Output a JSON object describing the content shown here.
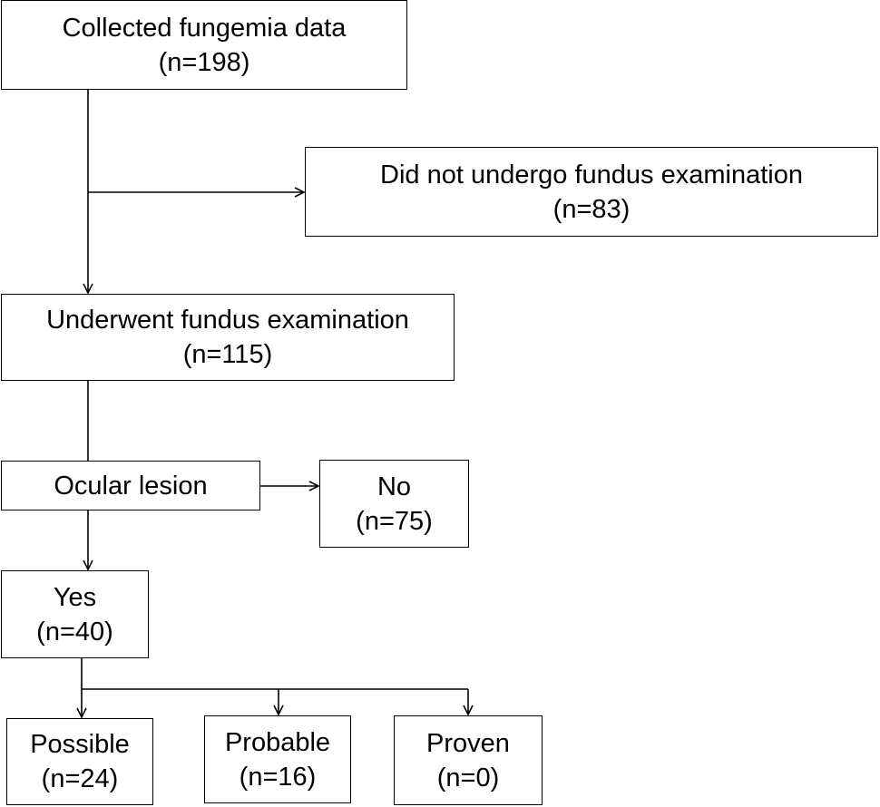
{
  "nodes": {
    "collected": {
      "label": "Collected fungemia data",
      "count": "(n=198)"
    },
    "no_exam": {
      "label": "Did not undergo fundus examination",
      "count": "(n=83)"
    },
    "underwent": {
      "label": "Underwent fundus examination",
      "count": "(n=115)"
    },
    "ocular": {
      "label": "Ocular lesion"
    },
    "no": {
      "label": "No",
      "count": "(n=75)"
    },
    "yes": {
      "label": "Yes",
      "count": "(n=40)"
    },
    "possible": {
      "label": "Possible",
      "count": "(n=24)"
    },
    "probable": {
      "label": "Probable",
      "count": "(n=16)"
    },
    "proven": {
      "label": "Proven",
      "count": "(n=0)"
    }
  },
  "edges": [
    {
      "from": "collected",
      "to": "no_exam"
    },
    {
      "from": "collected",
      "to": "underwent"
    },
    {
      "from": "underwent",
      "to": "ocular"
    },
    {
      "from": "ocular",
      "to": "no"
    },
    {
      "from": "ocular",
      "to": "yes"
    },
    {
      "from": "yes",
      "to": "possible"
    },
    {
      "from": "yes",
      "to": "probable"
    },
    {
      "from": "yes",
      "to": "proven"
    }
  ],
  "colors": {
    "stroke": "#000000",
    "background": "#ffffff",
    "text": "#000000"
  }
}
